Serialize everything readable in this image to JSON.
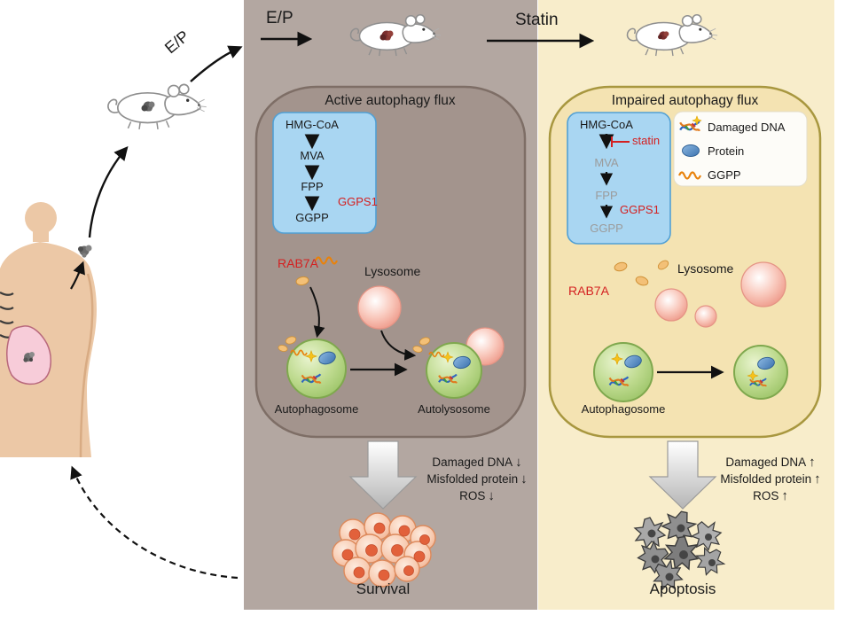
{
  "scene": {
    "ep_curve_label": "E/P",
    "ep_top_label": "E/P",
    "statin_label": "Statin"
  },
  "active_panel": {
    "title": "Active autophagy flux",
    "pathway": {
      "hmg_coa": "HMG-CoA",
      "mva": "MVA",
      "fpp": "FPP",
      "ggps1": "GGPS1",
      "ggpp": "GGPP"
    },
    "rab7a_label": "RAB7A",
    "lysosome_label": "Lysosome",
    "autophagosome_label": "Autophagosome",
    "autolysosome_label": "Autolysosome",
    "outcomes": [
      {
        "label": "Damaged DNA",
        "direction": "↓"
      },
      {
        "label": "Misfolded protein",
        "direction": "↓"
      },
      {
        "label": "ROS",
        "direction": "↓"
      }
    ],
    "result_label": "Survival"
  },
  "impaired_panel": {
    "title": "Impaired autophagy flux",
    "pathway": {
      "hmg_coa": "HMG-CoA",
      "statin": "statin",
      "mva": "MVA",
      "fpp": "FPP",
      "ggps1": "GGPS1",
      "ggpp": "GGPP"
    },
    "legend": {
      "items": [
        {
          "label": "Damaged DNA"
        },
        {
          "label": "Protein"
        },
        {
          "label": "GGPP"
        }
      ]
    },
    "rab7a_label": "RAB7A",
    "lysosome_label": "Lysosome",
    "autophagosome_label": "Autophagosome",
    "outcomes": [
      {
        "label": "Damaged DNA",
        "direction": "↑"
      },
      {
        "label": "Misfolded protein",
        "direction": "↑"
      },
      {
        "label": "ROS",
        "direction": "↑"
      }
    ],
    "result_label": "Apoptosis"
  },
  "colors": {
    "active_panel_bg": "#b3a7a1",
    "active_cell_fill": "#a3948d",
    "impaired_panel_bg": "#f8edcb",
    "impaired_cell_fill": "#f4e3b2",
    "pathway_box_fill": "#a9d6f2",
    "highlight_red": "#d42020",
    "ggpp_orange": "#e8820c"
  }
}
